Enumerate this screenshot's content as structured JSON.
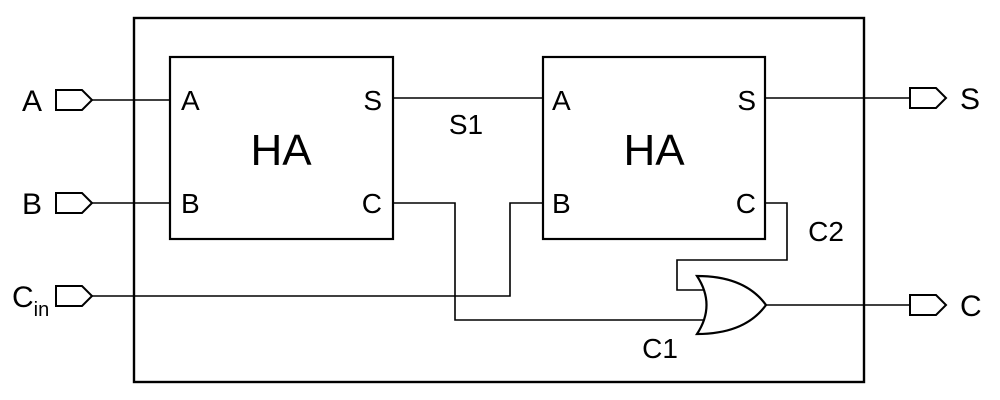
{
  "diagram": {
    "inputs": {
      "a": "A",
      "b": "B",
      "cin_main": "C",
      "cin_sub": "in"
    },
    "outputs": {
      "s": "S",
      "c": "C"
    },
    "half_adder_1": {
      "name": "HA",
      "pin_a": "A",
      "pin_b": "B",
      "pin_s": "S",
      "pin_c": "C"
    },
    "half_adder_2": {
      "name": "HA",
      "pin_a": "A",
      "pin_b": "B",
      "pin_s": "S",
      "pin_c": "C"
    },
    "nets": {
      "s1": "S1",
      "c1": "C1",
      "c2": "C2"
    }
  }
}
